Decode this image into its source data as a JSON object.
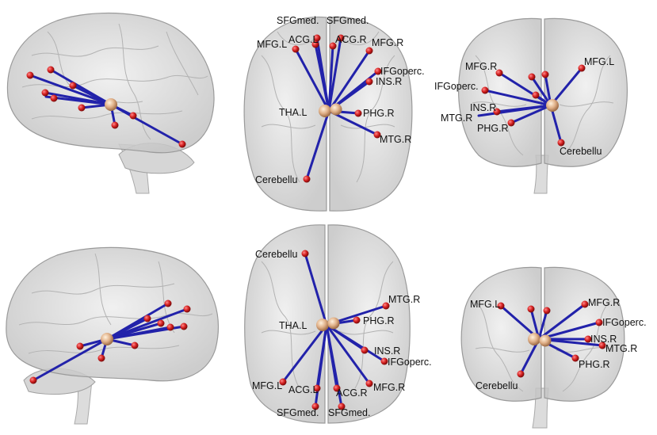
{
  "colors": {
    "brain_fill": "#d3d3d3",
    "brain_stroke": "#9a9a9a",
    "edge": "#2222aa",
    "node": "#d42020",
    "hub": "#d9a87a",
    "label": "#111111"
  },
  "panels": {
    "top_sagittal": {},
    "top_axial": {
      "labels": {
        "sfgmed_l": "SFGmed.",
        "sfgmed_r": "SFGmed.",
        "mfg_l": "MFG.L",
        "acg_l": "ACG.L",
        "acg_r": "ACG.R",
        "mfg_r": "MFG.R",
        "ifgoperc": "IFGoperc.",
        "ins_r": "INS.R",
        "tha_l": "THA.L",
        "phg_r": "PHG.R",
        "mtg_r": "MTG.R",
        "cerebellu": "Cerebellu"
      }
    },
    "top_coronal": {
      "labels": {
        "mfg_r": "MFG.R",
        "mfg_l": "MFG.L",
        "ifgoperc": "IFGoperc.",
        "ins_r": "INS.R",
        "mtg_r": "MTG.R",
        "phg_r": "PHG.R",
        "cerebellu": "Cerebellu"
      }
    },
    "bottom_sagittal": {},
    "bottom_axial": {
      "labels": {
        "cerebellu": "Cerebellu",
        "mtg_r": "MTG.R",
        "tha_l": "THA.L",
        "phg_r": "PHG.R",
        "ins_r": "INS.R",
        "ifgoperc": "IFGoperc.",
        "mfg_l": "MFG.L",
        "acg_l": "ACG.L",
        "acg_r": "ACG.R",
        "mfg_r": "MFG.R",
        "sfgmed_l": "SFGmed.",
        "sfgmed_r": "SFGmed."
      }
    },
    "bottom_coronal": {
      "labels": {
        "mfg_l": "MFG.L",
        "mfg_r": "MFG.R",
        "ifgoperc": "IFGoperc.",
        "ins_r": "INS.R",
        "mtg_r": "MTG.R",
        "phg_r": "PHG.R",
        "cerebellu": "Cerebellu"
      }
    }
  }
}
